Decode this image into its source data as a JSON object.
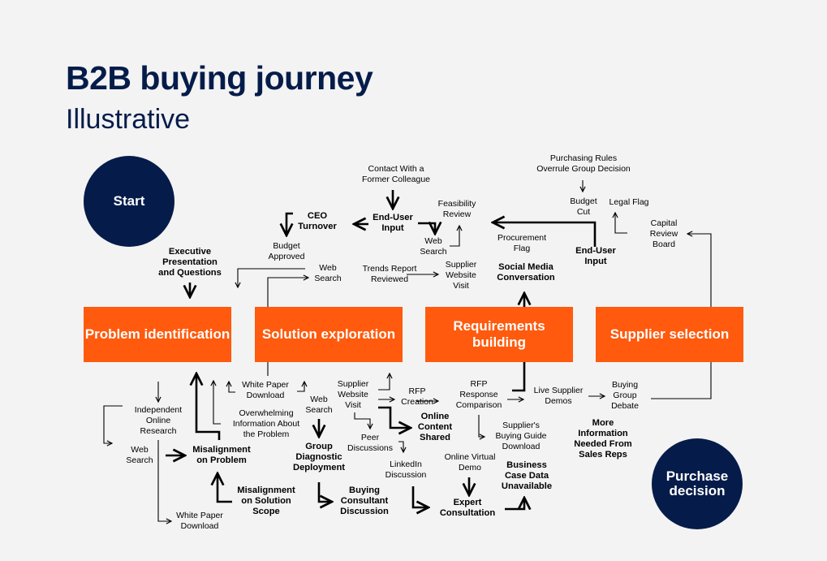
{
  "title": "B2B buying journey",
  "subtitle": "Illustrative",
  "colors": {
    "navy": "#051c4a",
    "orange": "#ff5a0d",
    "background": "#f3f3f3"
  },
  "start_node": "Start",
  "end_node": "Purchase decision",
  "stages": [
    {
      "label": "Problem identification"
    },
    {
      "label": "Solution exploration"
    },
    {
      "label": "Requirements building"
    },
    {
      "label": "Supplier selection"
    }
  ],
  "events": {
    "contact_former_colleague": "Contact With a\nFormer Colleague",
    "end_user_input_1": "End-User\nInput",
    "ceo_turnover": "CEO\nTurnover",
    "budget_approved": "Budget\nApproved",
    "executive_presentation": "Executive\nPresentation\nand Questions",
    "web_search_top_1": "Web\nSearch",
    "web_search_top_2": "Web\nSearch",
    "feasibility_review": "Feasibility\nReview",
    "trends_report": "Trends Report\nReviewed",
    "supplier_website_visit_top": "Supplier\nWebsite\nVisit",
    "procurement_flag": "Procurement\nFlag",
    "social_media": "Social Media\nConversation",
    "purchasing_rules": "Purchasing Rules\nOverrule Group Decision",
    "budget_cut": "Budget\nCut",
    "legal_flag": "Legal Flag",
    "end_user_input_2": "End-User\nInput",
    "capital_review_board": "Capital\nReview\nBoard",
    "independent_research": "Independent\nOnline\nResearch",
    "web_search_bottom_left": "Web\nSearch",
    "misalignment_problem": "Misalignment\non Problem",
    "misalignment_scope": "Misalignment\non Solution\nScope",
    "white_paper_bottom": "White Paper\nDownload",
    "white_paper_top": "White Paper\nDownload",
    "overwhelming_info": "Overwhelming\nInformation About\nthe Problem",
    "web_search_mid": "Web\nSearch",
    "group_diagnostic": "Group\nDiagnostic\nDeployment",
    "buying_consultant": "Buying\nConsultant\nDiscussion",
    "supplier_website_visit_bottom": "Supplier\nWebsite\nVisit",
    "peer_discussions": "Peer\nDiscussions",
    "linkedin_discussion": "LinkedIn\nDiscussion",
    "online_content_shared": "Online\nContent\nShared",
    "rfp_creation": "RFP\nCreation",
    "rfp_response": "RFP\nResponse\nComparison",
    "buying_guide": "Supplier's\nBuying Guide\nDownload",
    "online_demo": "Online Virtual\nDemo",
    "expert_consultation": "Expert\nConsultation",
    "business_case": "Business\nCase Data\nUnavailable",
    "live_demos": "Live Supplier\nDemos",
    "buying_group_debate": "Buying\nGroup\nDebate",
    "more_info": "More\nInformation\nNeeded From\nSales Reps"
  }
}
